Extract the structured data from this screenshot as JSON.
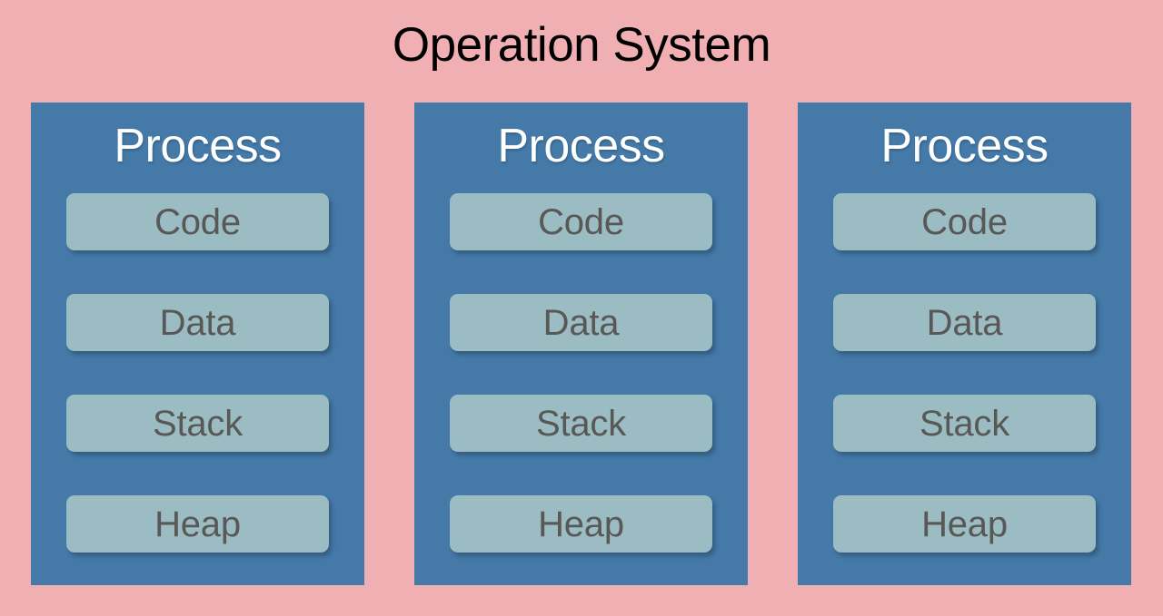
{
  "diagram": {
    "title": "Operation System",
    "background_color": "#f0b0b3",
    "title_color": "#000000",
    "panel_color": "#4479a8",
    "segment_color": "#9bbcc2",
    "segment_text_color": "#585856",
    "panel_title_color": "#ffffff",
    "processes": [
      {
        "title": "Process",
        "segments": [
          {
            "label": "Code"
          },
          {
            "label": "Data"
          },
          {
            "label": "Stack"
          },
          {
            "label": "Heap"
          }
        ]
      },
      {
        "title": "Process",
        "segments": [
          {
            "label": "Code"
          },
          {
            "label": "Data"
          },
          {
            "label": "Stack"
          },
          {
            "label": "Heap"
          }
        ]
      },
      {
        "title": "Process",
        "segments": [
          {
            "label": "Code"
          },
          {
            "label": "Data"
          },
          {
            "label": "Stack"
          },
          {
            "label": "Heap"
          }
        ]
      }
    ]
  }
}
